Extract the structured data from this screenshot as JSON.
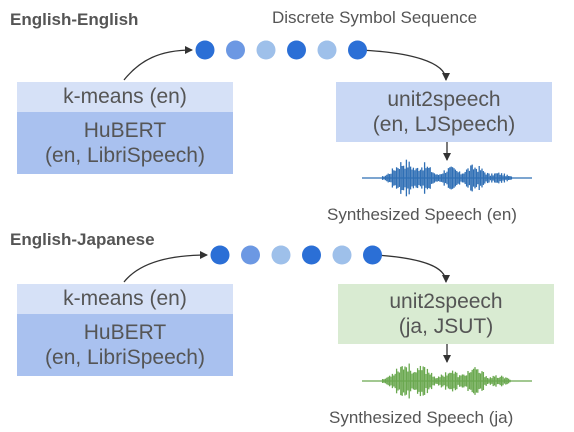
{
  "en_en": {
    "title": "English-English",
    "sequence_label": "Discrete Symbol Sequence",
    "kmeans": "k-means (en)",
    "hubert_line1": "HuBERT",
    "hubert_line2": "(en, LibriSpeech)",
    "unit2speech_line1": "unit2speech",
    "unit2speech_line2": "(en, LJSpeech)",
    "output_caption": "Synthesized Speech (en)",
    "waveform_color": "#2f6fb5"
  },
  "en_ja": {
    "title": "English-Japanese",
    "kmeans": "k-means (en)",
    "hubert_line1": "HuBERT",
    "hubert_line2": "(en, LibriSpeech)",
    "unit2speech_line1": "unit2speech",
    "unit2speech_line2": "(ja, JSUT)",
    "output_caption": "Synthesized Speech (ja)",
    "waveform_color": "#6aa84f"
  },
  "symbol_colors": [
    "#2b6fd6",
    "#6c98e3",
    "#9ec0ea",
    "#2b6fd6",
    "#9ec0ea",
    "#2b6fd6"
  ]
}
